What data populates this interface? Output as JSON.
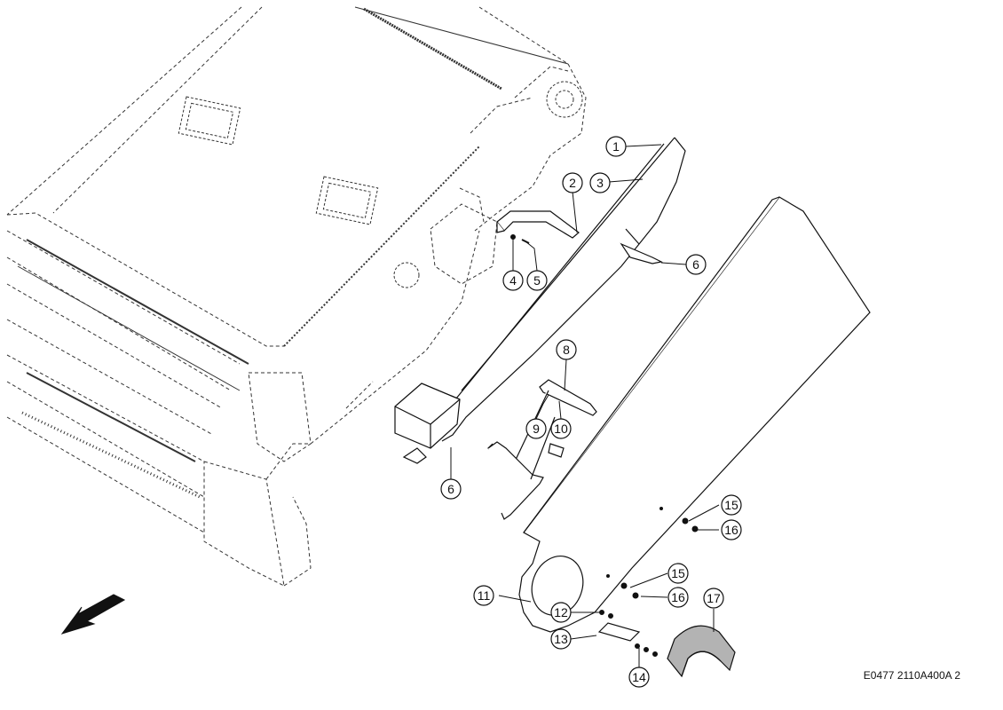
{
  "callouts": [
    {
      "id": "c1",
      "label": "1"
    },
    {
      "id": "c2",
      "label": "2"
    },
    {
      "id": "c3",
      "label": "3"
    },
    {
      "id": "c4",
      "label": "4"
    },
    {
      "id": "c5",
      "label": "5"
    },
    {
      "id": "c6a",
      "label": "6"
    },
    {
      "id": "c6b",
      "label": "6"
    },
    {
      "id": "c8",
      "label": "8"
    },
    {
      "id": "c9",
      "label": "9"
    },
    {
      "id": "c10",
      "label": "10"
    },
    {
      "id": "c11",
      "label": "11"
    },
    {
      "id": "c12",
      "label": "12"
    },
    {
      "id": "c13",
      "label": "13"
    },
    {
      "id": "c14",
      "label": "14"
    },
    {
      "id": "c15a",
      "label": "15"
    },
    {
      "id": "c15b",
      "label": "15"
    },
    {
      "id": "c16a",
      "label": "16"
    },
    {
      "id": "c16b",
      "label": "16"
    },
    {
      "id": "c17",
      "label": "17"
    }
  ],
  "reference_code": "E0477 2110A400A 2",
  "colors": {
    "line": "#111111",
    "dash": "#333333",
    "fill": "#ffffff",
    "shade": "#9a9a9a"
  }
}
